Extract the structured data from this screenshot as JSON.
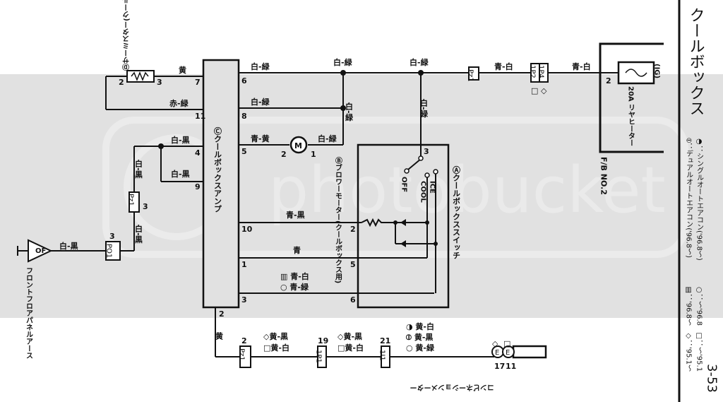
{
  "page": {
    "title": "クールボックス",
    "page_number": "3-53",
    "legend": [
      "◑：シングルオートエアコン('96.8～)",
      "○：～'96.8",
      "□：～'95.1",
      "⦶：デュアルオートエアコン('96.8～)",
      "▥：'96.8～",
      "◇：'95.1～"
    ]
  },
  "components": {
    "amp": "Ⓒクールボックスアンプ",
    "switch": "Ⓐクールボックススイッチ",
    "blower": "Ⓑブロワーモーター(クールボックス用)",
    "thermistor": "Ⓓサーミスター(クールボックス用)",
    "ground": "フロントフロアパネルアース",
    "ground_code": "OF",
    "meter": "コンビネーションメーター",
    "fuse_box": "F/B NO.2",
    "fuse": "20A リヤヒーター",
    "ig": "(IG)",
    "switch_positions": [
      "OFF",
      "COOL",
      "ICE"
    ]
  },
  "connectors": [
    "Pz1",
    "1P2",
    "1P4",
    "Pz1",
    "PO1",
    "Pz1",
    "1P1",
    "1I1",
    "E",
    "E"
  ],
  "pins": [
    "7",
    "11",
    "4",
    "9",
    "6",
    "8",
    "5",
    "10",
    "1",
    "3",
    "2",
    "2",
    "3",
    "3",
    "2",
    "5",
    "6",
    "1",
    "2",
    "2",
    "3",
    "3",
    "2",
    "19",
    "21",
    "17",
    "11"
  ],
  "wires": {
    "w1": "白-緑",
    "w2": "白-緑",
    "w3": "白-緑",
    "w4": "白-緑",
    "w5": "白-緑",
    "w6": "白-緑",
    "w7": "白-緑",
    "w8": "青-黄",
    "w9": "青-黒",
    "w10": "青",
    "w11": "▥ 青-白",
    "w12": "○ 青-緑",
    "w13": "黄",
    "w14": "赤-緑",
    "w15": "白-黒",
    "w16": "白-黒",
    "w17": "白-黒",
    "w18": "白-黒",
    "w19": "白-黒",
    "w20": "青-白",
    "w21": "青-白",
    "w22": "黄",
    "w23": "◇黄-黒",
    "w24": "□黄-白",
    "w25": "◇黄-黒",
    "w26": "□黄-白",
    "w27": "◑ 黄-白",
    "w28": "⦶ 黄-黒",
    "w29": "○ 黄-緑"
  },
  "symbols": {
    "s1": "□",
    "s2": "◇",
    "s3": "◇",
    "s4": "□"
  }
}
